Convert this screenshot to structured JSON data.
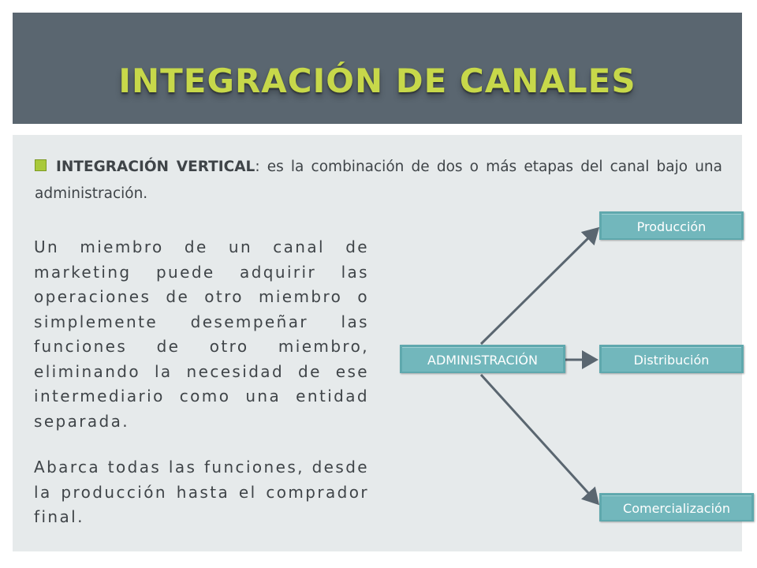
{
  "title": "INTEGRACIÓN DE CANALES",
  "bullet": {
    "icon": "square-bullet-icon",
    "term": "INTEGRACIÓN VERTICAL",
    "definition": ": es la combinación de dos o más etapas del canal bajo una administración."
  },
  "paragraphs": [
    "Un miembro de un canal de marketing puede adquirir las operaciones de otro  miembro o simplemente desempeñar las funciones de otro miembro, eliminando la necesidad de ese intermediario como una entidad separada.",
    "Abarca todas las funciones, desde la producción hasta el comprador final."
  ],
  "diagram": {
    "source": "ADMINISTRACIÓN",
    "targets": [
      "Producción",
      "Distribución",
      "Comercialización"
    ]
  },
  "colors": {
    "title_bar": "#5a6670",
    "title_text": "#c7d84a",
    "panel": "#e6eaeb",
    "node": "#72b7bc",
    "arrow": "#5a6670",
    "bullet": "#a9c93a"
  }
}
